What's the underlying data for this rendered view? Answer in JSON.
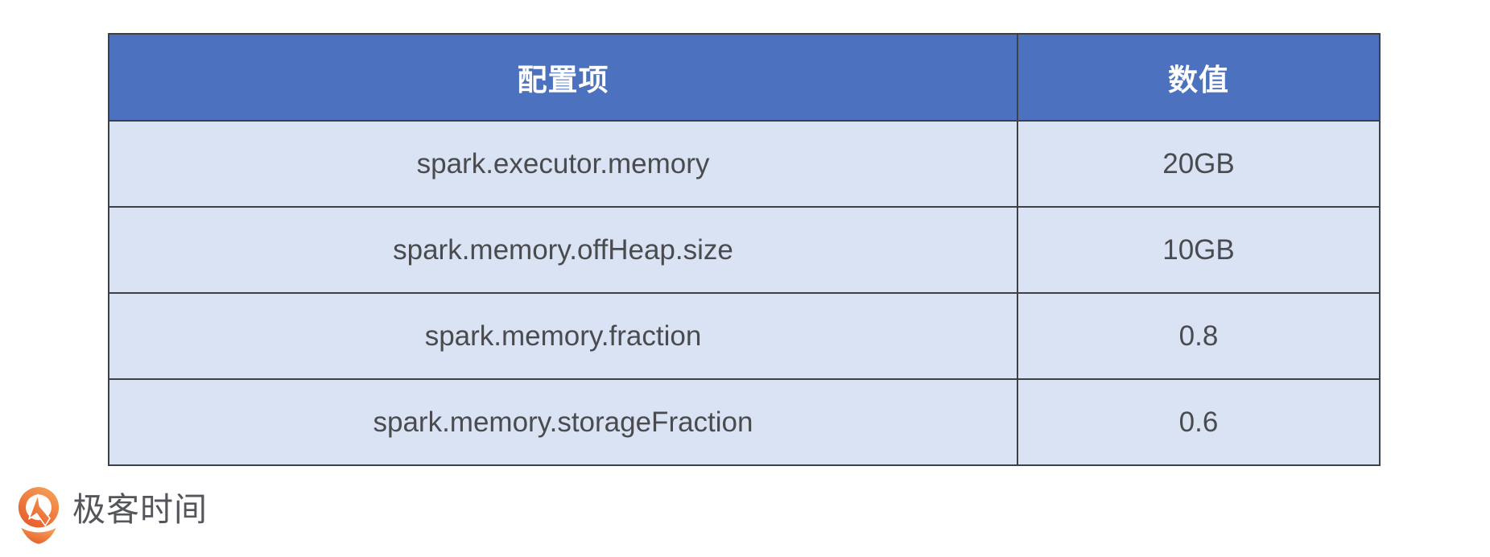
{
  "chart_data": {
    "type": "table",
    "columns": [
      "配置项",
      "数值"
    ],
    "rows": [
      [
        "spark.executor.memory",
        "20GB"
      ],
      [
        "spark.memory.offHeap.size",
        "10GB"
      ],
      [
        "spark.memory.fraction",
        "0.8"
      ],
      [
        "spark.memory.storageFraction",
        "0.6"
      ]
    ],
    "legend_position": "none",
    "grid": "all-cell-borders"
  },
  "table": {
    "header": {
      "config_key": "配置项",
      "value": "数值"
    },
    "rows": [
      {
        "key": "spark.executor.memory",
        "value": "20GB"
      },
      {
        "key": "spark.memory.offHeap.size",
        "value": "10GB"
      },
      {
        "key": "spark.memory.fraction",
        "value": "0.8"
      },
      {
        "key": "spark.memory.storageFraction",
        "value": "0.6"
      }
    ]
  },
  "branding": {
    "logo_text": "极客时间",
    "logo_icon": "geektime-pin-q-icon"
  },
  "colors": {
    "header_bg": "#4c72bf",
    "header_text": "#ffffff",
    "row_bg": "#dae3f3",
    "row_text": "#4a4b4f",
    "border": "#3e4045",
    "logo_orange_light": "#f6a055",
    "logo_orange_dark": "#e5592a",
    "logo_text_color": "#54565b",
    "page_bg": "#ffffff"
  }
}
